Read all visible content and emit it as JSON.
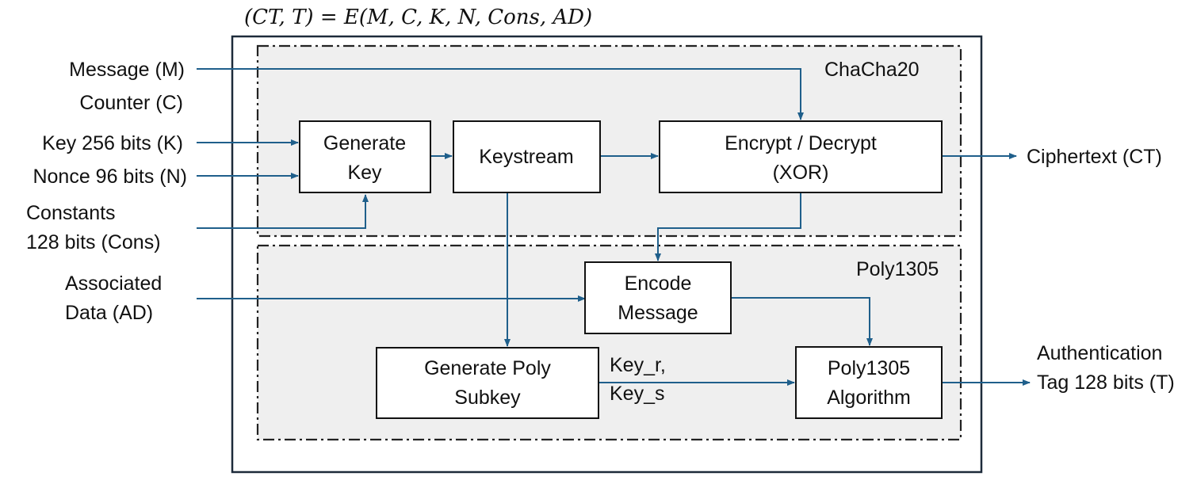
{
  "formula": "(CT, T) = E(M, C, K, N, Cons, AD)",
  "regions": {
    "chacha": "ChaCha20",
    "poly": "Poly1305"
  },
  "inputs": {
    "message": "Message (M)",
    "counter": "Counter (C)",
    "key": "Key 256 bits (K)",
    "nonce": "Nonce 96 bits (N)",
    "constants_1": "Constants",
    "constants_2": "128 bits (Cons)",
    "ad_1": "Associated",
    "ad_2": "Data (AD)"
  },
  "blocks": {
    "generate_key_1": "Generate",
    "generate_key_2": "Key",
    "keystream": "Keystream",
    "encrypt_1": "Encrypt / Decrypt",
    "encrypt_2": "(XOR)",
    "encode_1": "Encode",
    "encode_2": "Message",
    "subkey_1": "Generate Poly",
    "subkey_2": "Subkey",
    "polyalg_1": "Poly1305",
    "polyalg_2": "Algorithm"
  },
  "edge_labels": {
    "key_r": "Key_r,",
    "key_s": "Key_s"
  },
  "outputs": {
    "ciphertext": "Ciphertext (CT)",
    "tag_1": "Authentication",
    "tag_2": "Tag 128 bits (T)"
  },
  "colors": {
    "arrow": "#1f5f8b",
    "region_fill": "#efefef"
  }
}
